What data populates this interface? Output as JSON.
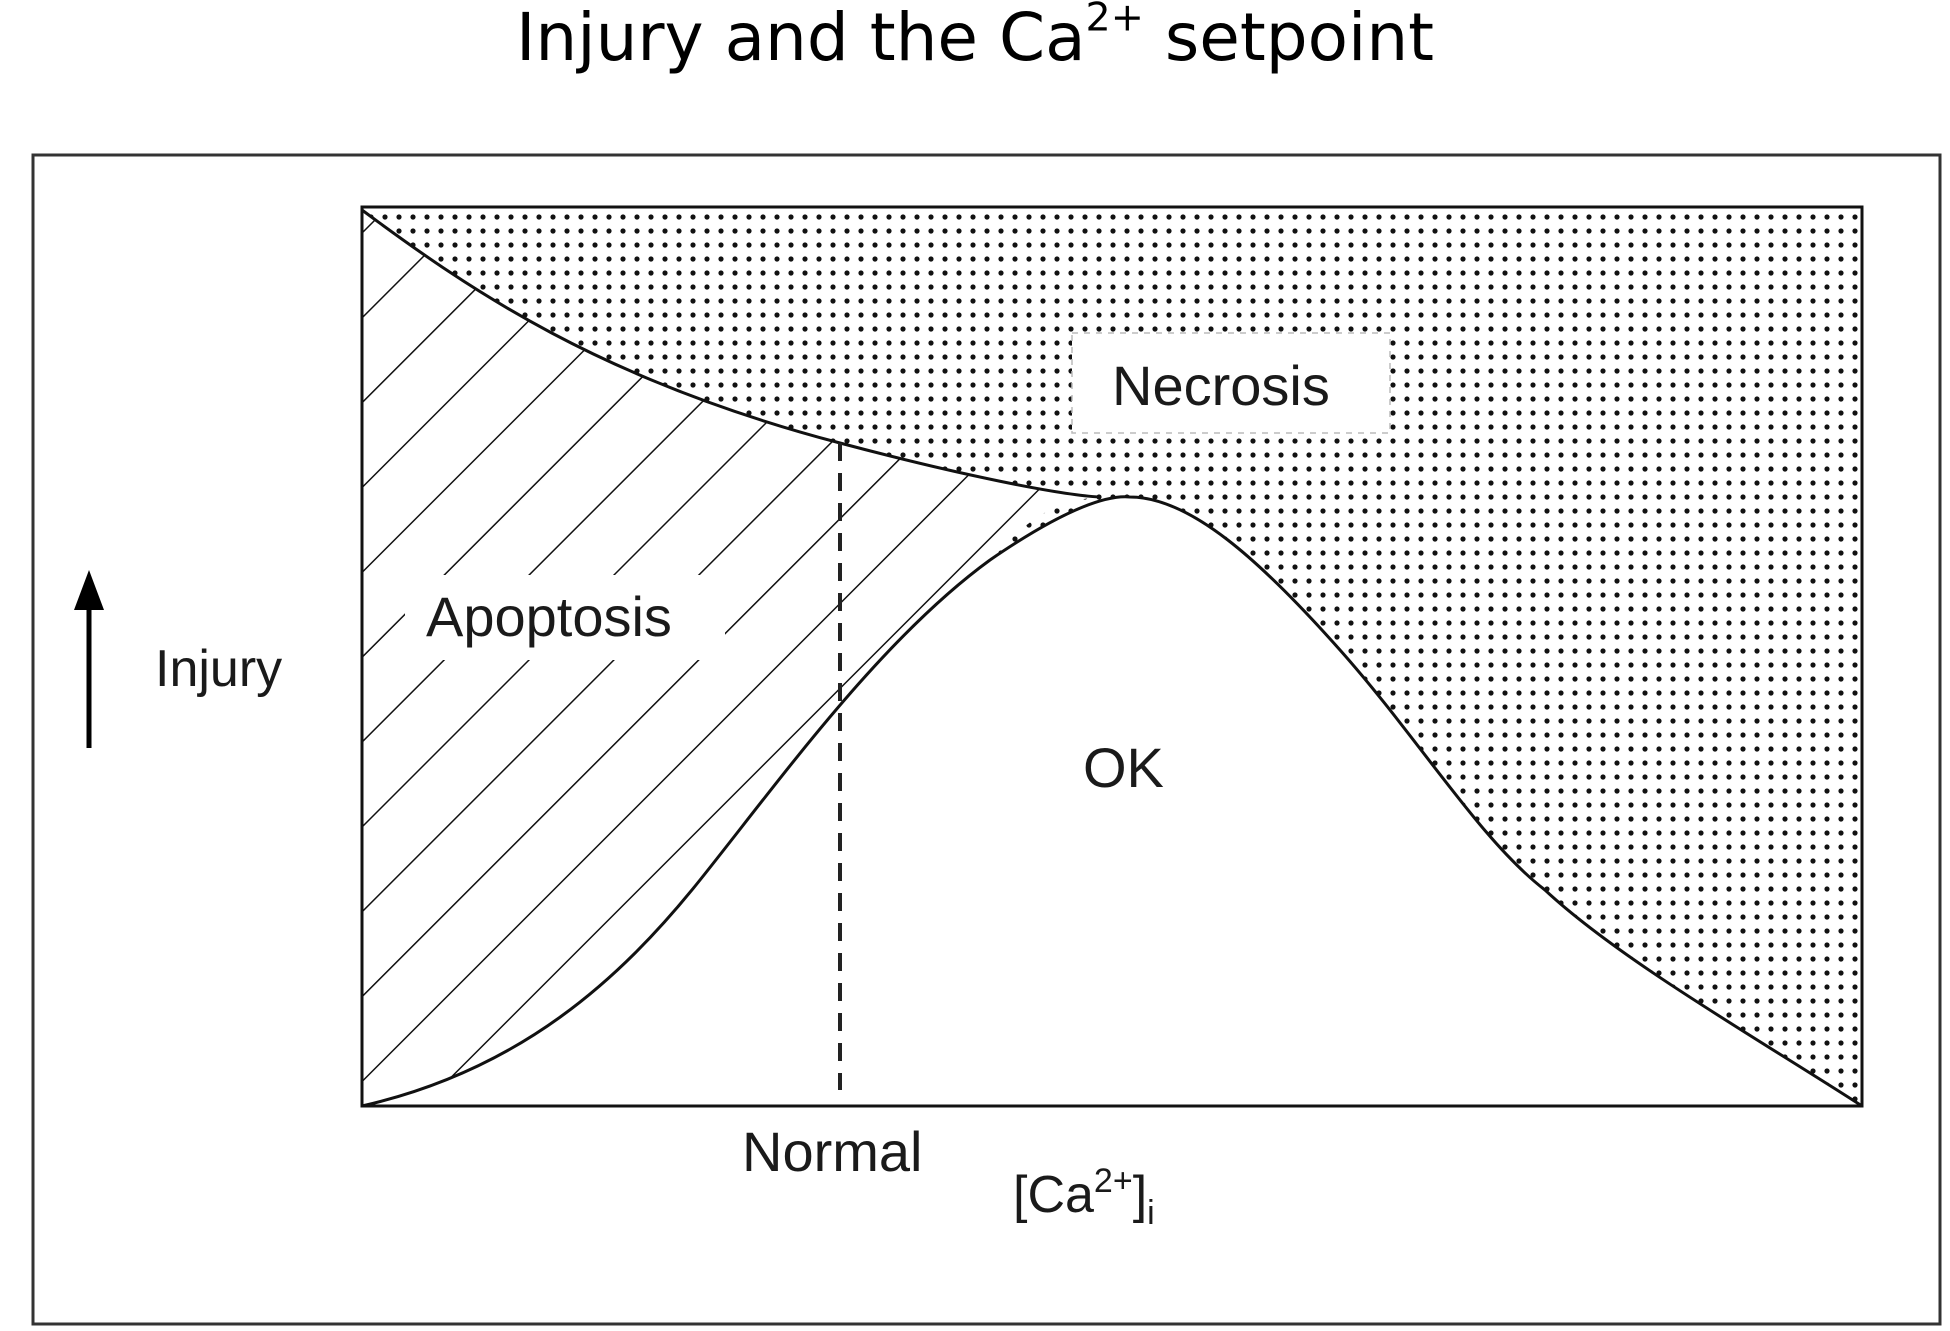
{
  "title": {
    "prefix": "Injury and the Ca",
    "superscript": "2+",
    "suffix": " setpoint"
  },
  "diagram": {
    "y_axis_label": "Injury",
    "regions": {
      "apoptosis": "Apoptosis",
      "necrosis": "Necrosis",
      "ok": "OK"
    },
    "x_marker_label": "Normal",
    "x_axis_label": {
      "base": "[Ca",
      "superscript": "2+",
      "close": "]",
      "subscript": "i"
    }
  }
}
